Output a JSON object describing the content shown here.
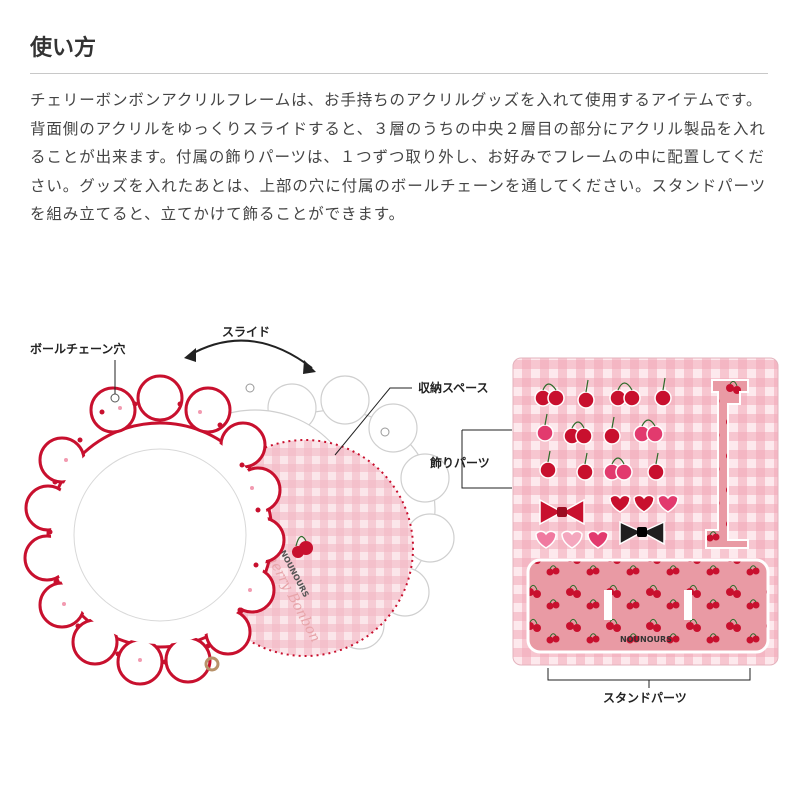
{
  "title": "使い方",
  "paragraph": "チェリーボンボンアクリルフレームは、お手持ちのアクリルグッズを入れて使用するアイテムです。背面側のアクリルをゆっくりスライドすると、３層のうちの中央２層目の部分にアクリル製品を入れることが出来ます。付属の飾りパーツは、１つずつ取り外し、お好みでフレームの中に配置してください。グッズを入れたあとは、上部の穴に付属のボールチェーンを通してください。スタンドパーツを組み立てると、立てかけて飾ることができます。",
  "labels": {
    "slide": "スライド",
    "ball_chain_hole": "ボールチェーン穴",
    "storage_space": "収納スペース",
    "decoration_parts": "飾りパーツ",
    "stand_parts": "スタンドパーツ"
  },
  "product_text": {
    "brand": "NOUNOURS",
    "script_title": "Cherry Bonbon"
  },
  "colors": {
    "red": "#c8102e",
    "pink_check": "#f2b6c2",
    "text": "#333333"
  }
}
